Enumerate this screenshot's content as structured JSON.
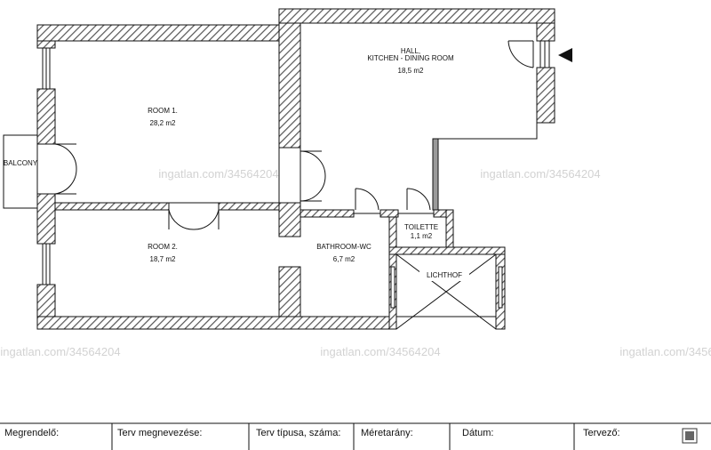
{
  "rooms": {
    "hall": {
      "line1": "HALL,",
      "line2": "KITCHEN - DINING ROOM",
      "area": "18,5 m2"
    },
    "room1": {
      "name": "ROOM 1.",
      "area": "28,2 m2"
    },
    "room2": {
      "name": "ROOM 2.",
      "area": "18,7 m2"
    },
    "bathroom": {
      "name": "BATHROOM-WC",
      "area": "6,7 m2"
    },
    "toilette": {
      "name": "TOILETTE",
      "area": "1,1 m2"
    },
    "lichthof": {
      "name": "LICHTHOF"
    },
    "balcony": {
      "name": "BALCONY"
    }
  },
  "watermark": "ingatlan.com/34564204",
  "title_block": {
    "client": "Megrendelő:",
    "plan_name": "Terv megnevezése:",
    "plan_type": "Terv típusa, száma:",
    "scale": "Méretarány:",
    "date": "Dátum:",
    "designer": "Tervező:"
  },
  "colors": {
    "wall_hatch": "#555555",
    "wall_fill": "#ffffff",
    "line": "#111111",
    "watermark": "#d2d2d2"
  },
  "icons": {
    "entrance": "entrance-arrow-icon",
    "logo": "stamp-logo-icon"
  }
}
